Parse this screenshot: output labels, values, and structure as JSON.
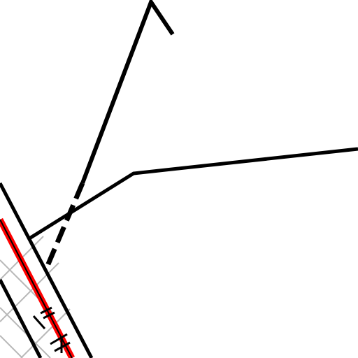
{
  "map": {
    "colors": {
      "background": "#ffffff",
      "road_outline": "#000000",
      "rail_line": "#ff0000",
      "grid": "#b8b8b8",
      "path": "#000000"
    },
    "features": [
      "dashed-path",
      "boundary-path",
      "road-corridor",
      "railway-line",
      "hatched-grid-area",
      "symbol-marks"
    ]
  }
}
